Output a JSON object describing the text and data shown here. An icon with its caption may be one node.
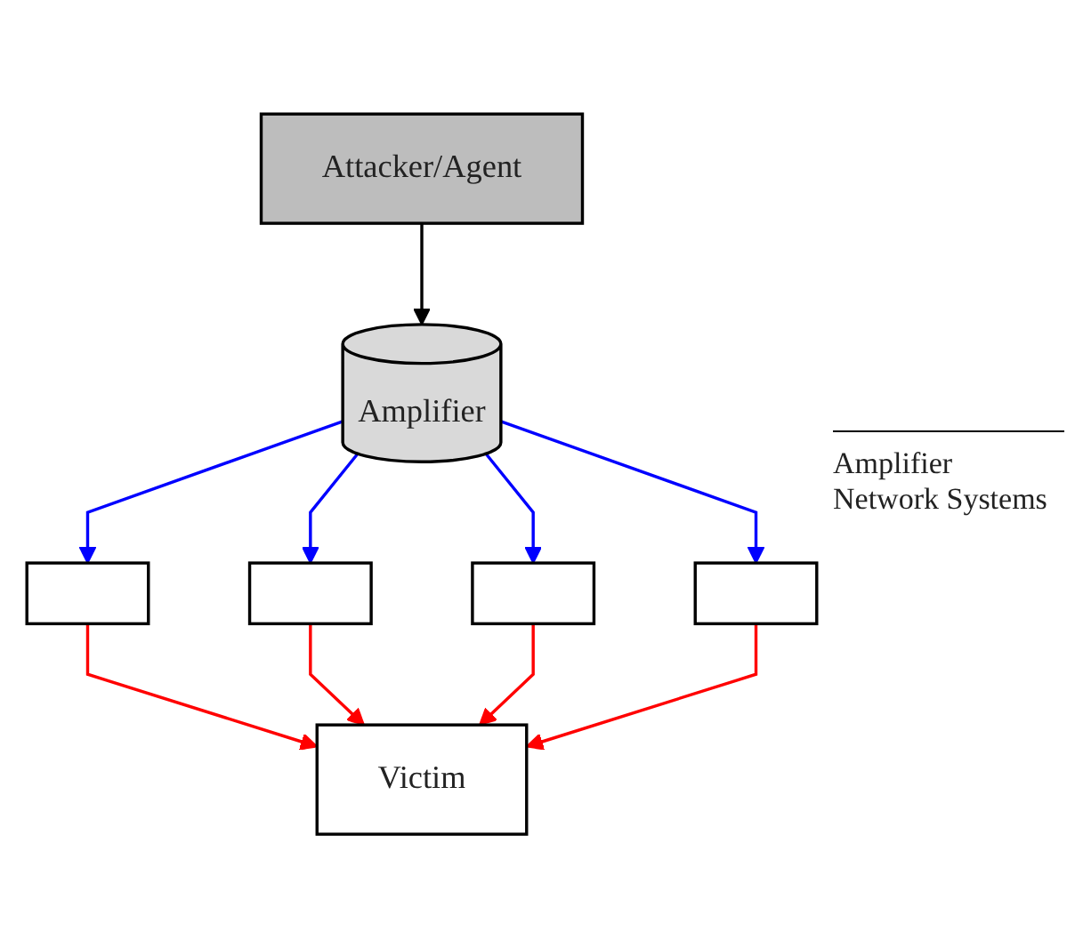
{
  "diagram": {
    "nodes": [
      {
        "text": [
          "Attacker/Agent"
        ]
      },
      {
        "text": [
          "Victim"
        ]
      },
      {
        "text": [
          "Amplifier"
        ]
      },
      {
        "text": [],
        "shape": "box"
      },
      {
        "text": [],
        "shape": "box"
      },
      {
        "text": [],
        "shape": "box"
      },
      {
        "text": [],
        "shape": "box"
      }
    ],
    "edges": [
      {
        "from": 0,
        "to": 2,
        "arrow": "to",
        "color": "#000000"
      },
      {
        "from": 2,
        "to": 3,
        "arrow": "to",
        "color": "#0000ff"
      },
      {
        "from": 2,
        "to": 4,
        "arrow": "to",
        "color": "#0000ff"
      },
      {
        "from": 2,
        "to": 5,
        "arrow": "to",
        "color": "#0000ff"
      },
      {
        "from": 2,
        "to": 6,
        "arrow": "to",
        "color": "#0000ff"
      },
      {
        "from": 3,
        "to": 1,
        "arrow": "to",
        "color": "#ff0000"
      },
      {
        "from": 4,
        "to": 1,
        "arrow": "to",
        "color": "#ff0000"
      },
      {
        "from": 5,
        "to": 1,
        "arrow": "to",
        "color": "#ff0000"
      },
      {
        "from": 6,
        "to": 1,
        "arrow": "to",
        "color": "#ff0000"
      }
    ],
    "labels": [
      "Amplifier Network Systems"
    ]
  }
}
